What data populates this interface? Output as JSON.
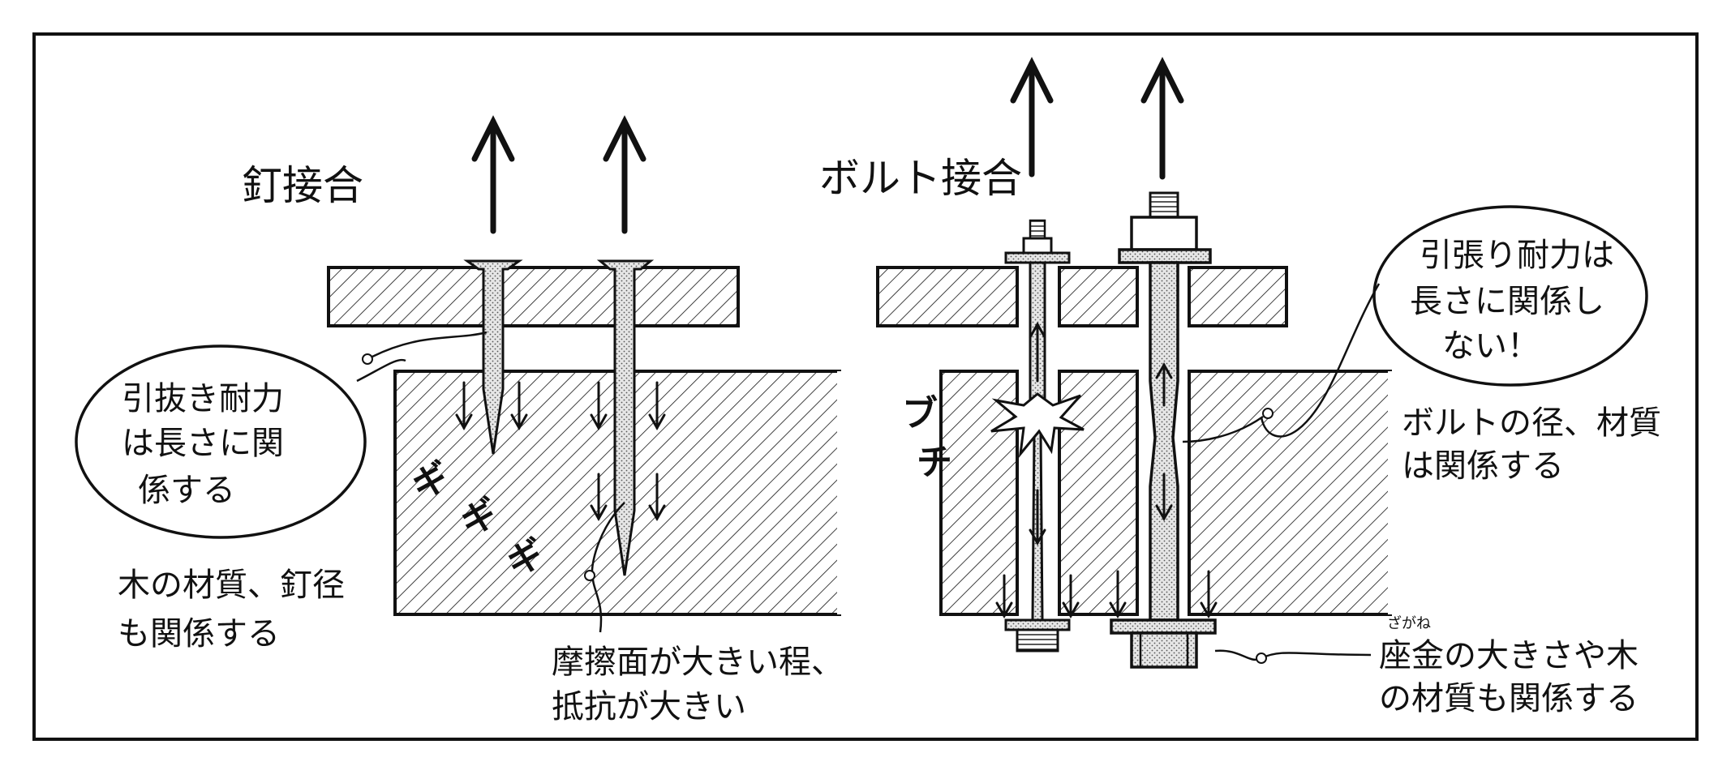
{
  "colors": {
    "ink": "#111111",
    "paper": "#ffffff",
    "stipple": "#d9d9d9"
  },
  "nail_joint": {
    "title": "釘接合",
    "bubble_lines": [
      "引抜き耐力",
      "は長さに関",
      "係する"
    ],
    "note_lines": [
      "木の材質、釘径",
      "も関係する"
    ],
    "friction_lines": [
      "摩擦面が大きい程、",
      "抵抗が大きい"
    ],
    "sfx": [
      "ギ",
      "ギ",
      "ギ"
    ]
  },
  "bolt_joint": {
    "title": "ボルト接合",
    "bubble_lines": [
      "引張り耐力は",
      "長さに関係し",
      "ない！"
    ],
    "note_lines": [
      "ボルトの径、材質",
      "は関係する"
    ],
    "washer_ruby": "ざがね",
    "washer_lines": [
      "座金の大きさや木",
      "の材質も関係する"
    ],
    "sfx": [
      "ブ",
      "チ"
    ]
  },
  "icons": [
    "up-arrow-icon",
    "down-arrow-icon",
    "burst-icon"
  ]
}
